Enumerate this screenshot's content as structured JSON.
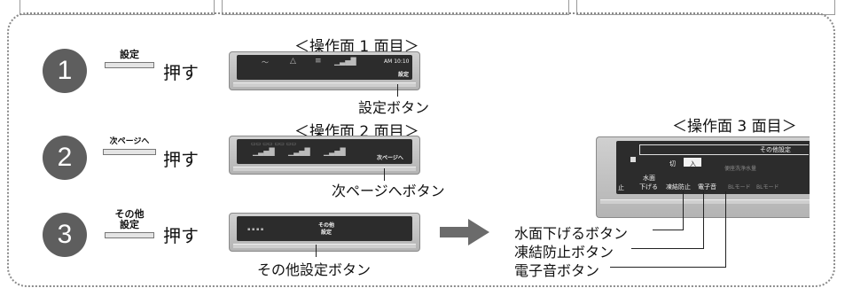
{
  "steps": [
    {
      "number": "1",
      "button_text": "設定",
      "action": "押す"
    },
    {
      "number": "2",
      "button_text": "次ページへ",
      "action": "押す"
    },
    {
      "number": "3",
      "button_text_line1": "その他",
      "button_text_line2": "設定",
      "action": "押す"
    }
  ],
  "panels": {
    "panel1": {
      "title": "＜操作面 1 面目＞",
      "time": "AM 10:10",
      "setting_key": "設定"
    },
    "panel2": {
      "title": "＜操作面 2 面目＞",
      "next_key": "次ページへ"
    },
    "panel3_small": {
      "center_key_line1": "その他",
      "center_key_line2": "設定"
    },
    "panel3": {
      "title": "＜操作面 3 面目＞",
      "header_text": "その他設定",
      "off_label": "切",
      "on_label": "入",
      "stop_label": "止",
      "key1_line1": "水面",
      "key1_line2": "下げる",
      "key2": "凍結防止",
      "key3": "電子音",
      "right_label_1": "便座洗浄水量",
      "right_label_2": "BLモード",
      "right_label_3": "BLモード"
    }
  },
  "callouts": {
    "setting_button": "設定ボタン",
    "next_page_button": "次ページへボタン",
    "other_settings_button": "その他設定ボタン",
    "water_lower_button": "水面下げるボタン",
    "freeze_protection_button": "凍結防止ボタン",
    "beep_button": "電子音ボタン"
  },
  "colors": {
    "circle": "#5e5e5e",
    "panel": "#c4c4c4",
    "screen": "#2c2c2c",
    "arrow": "#6b6b6b"
  }
}
